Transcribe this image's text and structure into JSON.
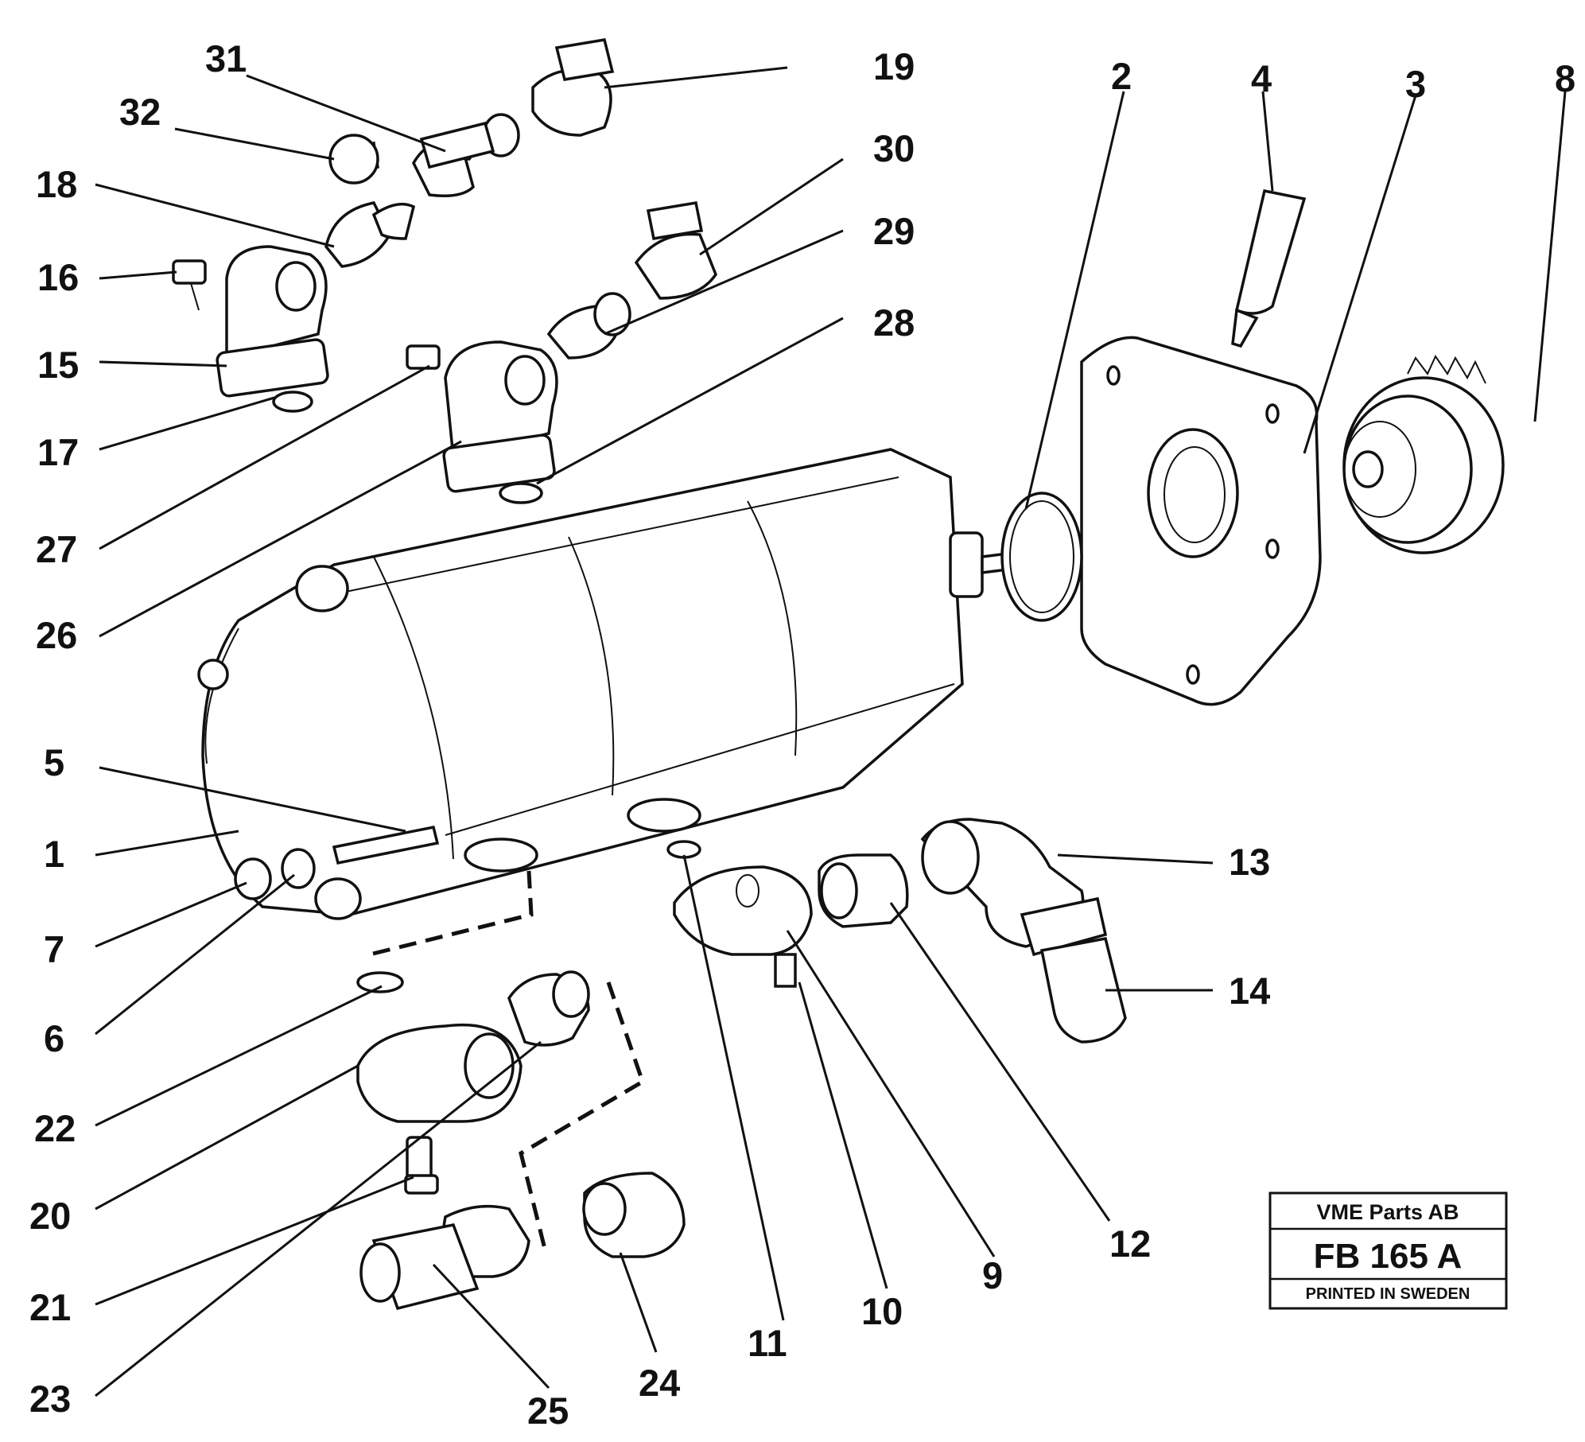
{
  "labels": {
    "l1": "1",
    "l2": "2",
    "l3": "3",
    "l4": "4",
    "l5": "5",
    "l6": "6",
    "l7": "7",
    "l8": "8",
    "l9": "9",
    "l10": "10",
    "l11": "11",
    "l12": "12",
    "l13": "13",
    "l14": "14",
    "l15": "15",
    "l16": "16",
    "l17": "17",
    "l18": "18",
    "l19": "19",
    "l20": "20",
    "l21": "21",
    "l22": "22",
    "l23": "23",
    "l24": "24",
    "l25": "25",
    "l26": "26",
    "l27": "27",
    "l28": "28",
    "l29": "29",
    "l30": "30",
    "l31": "31",
    "l32": "32"
  },
  "title_block": {
    "company": "VME Parts AB",
    "drawing_number": "FB 165 A",
    "printed": "PRINTED IN SWEDEN"
  }
}
